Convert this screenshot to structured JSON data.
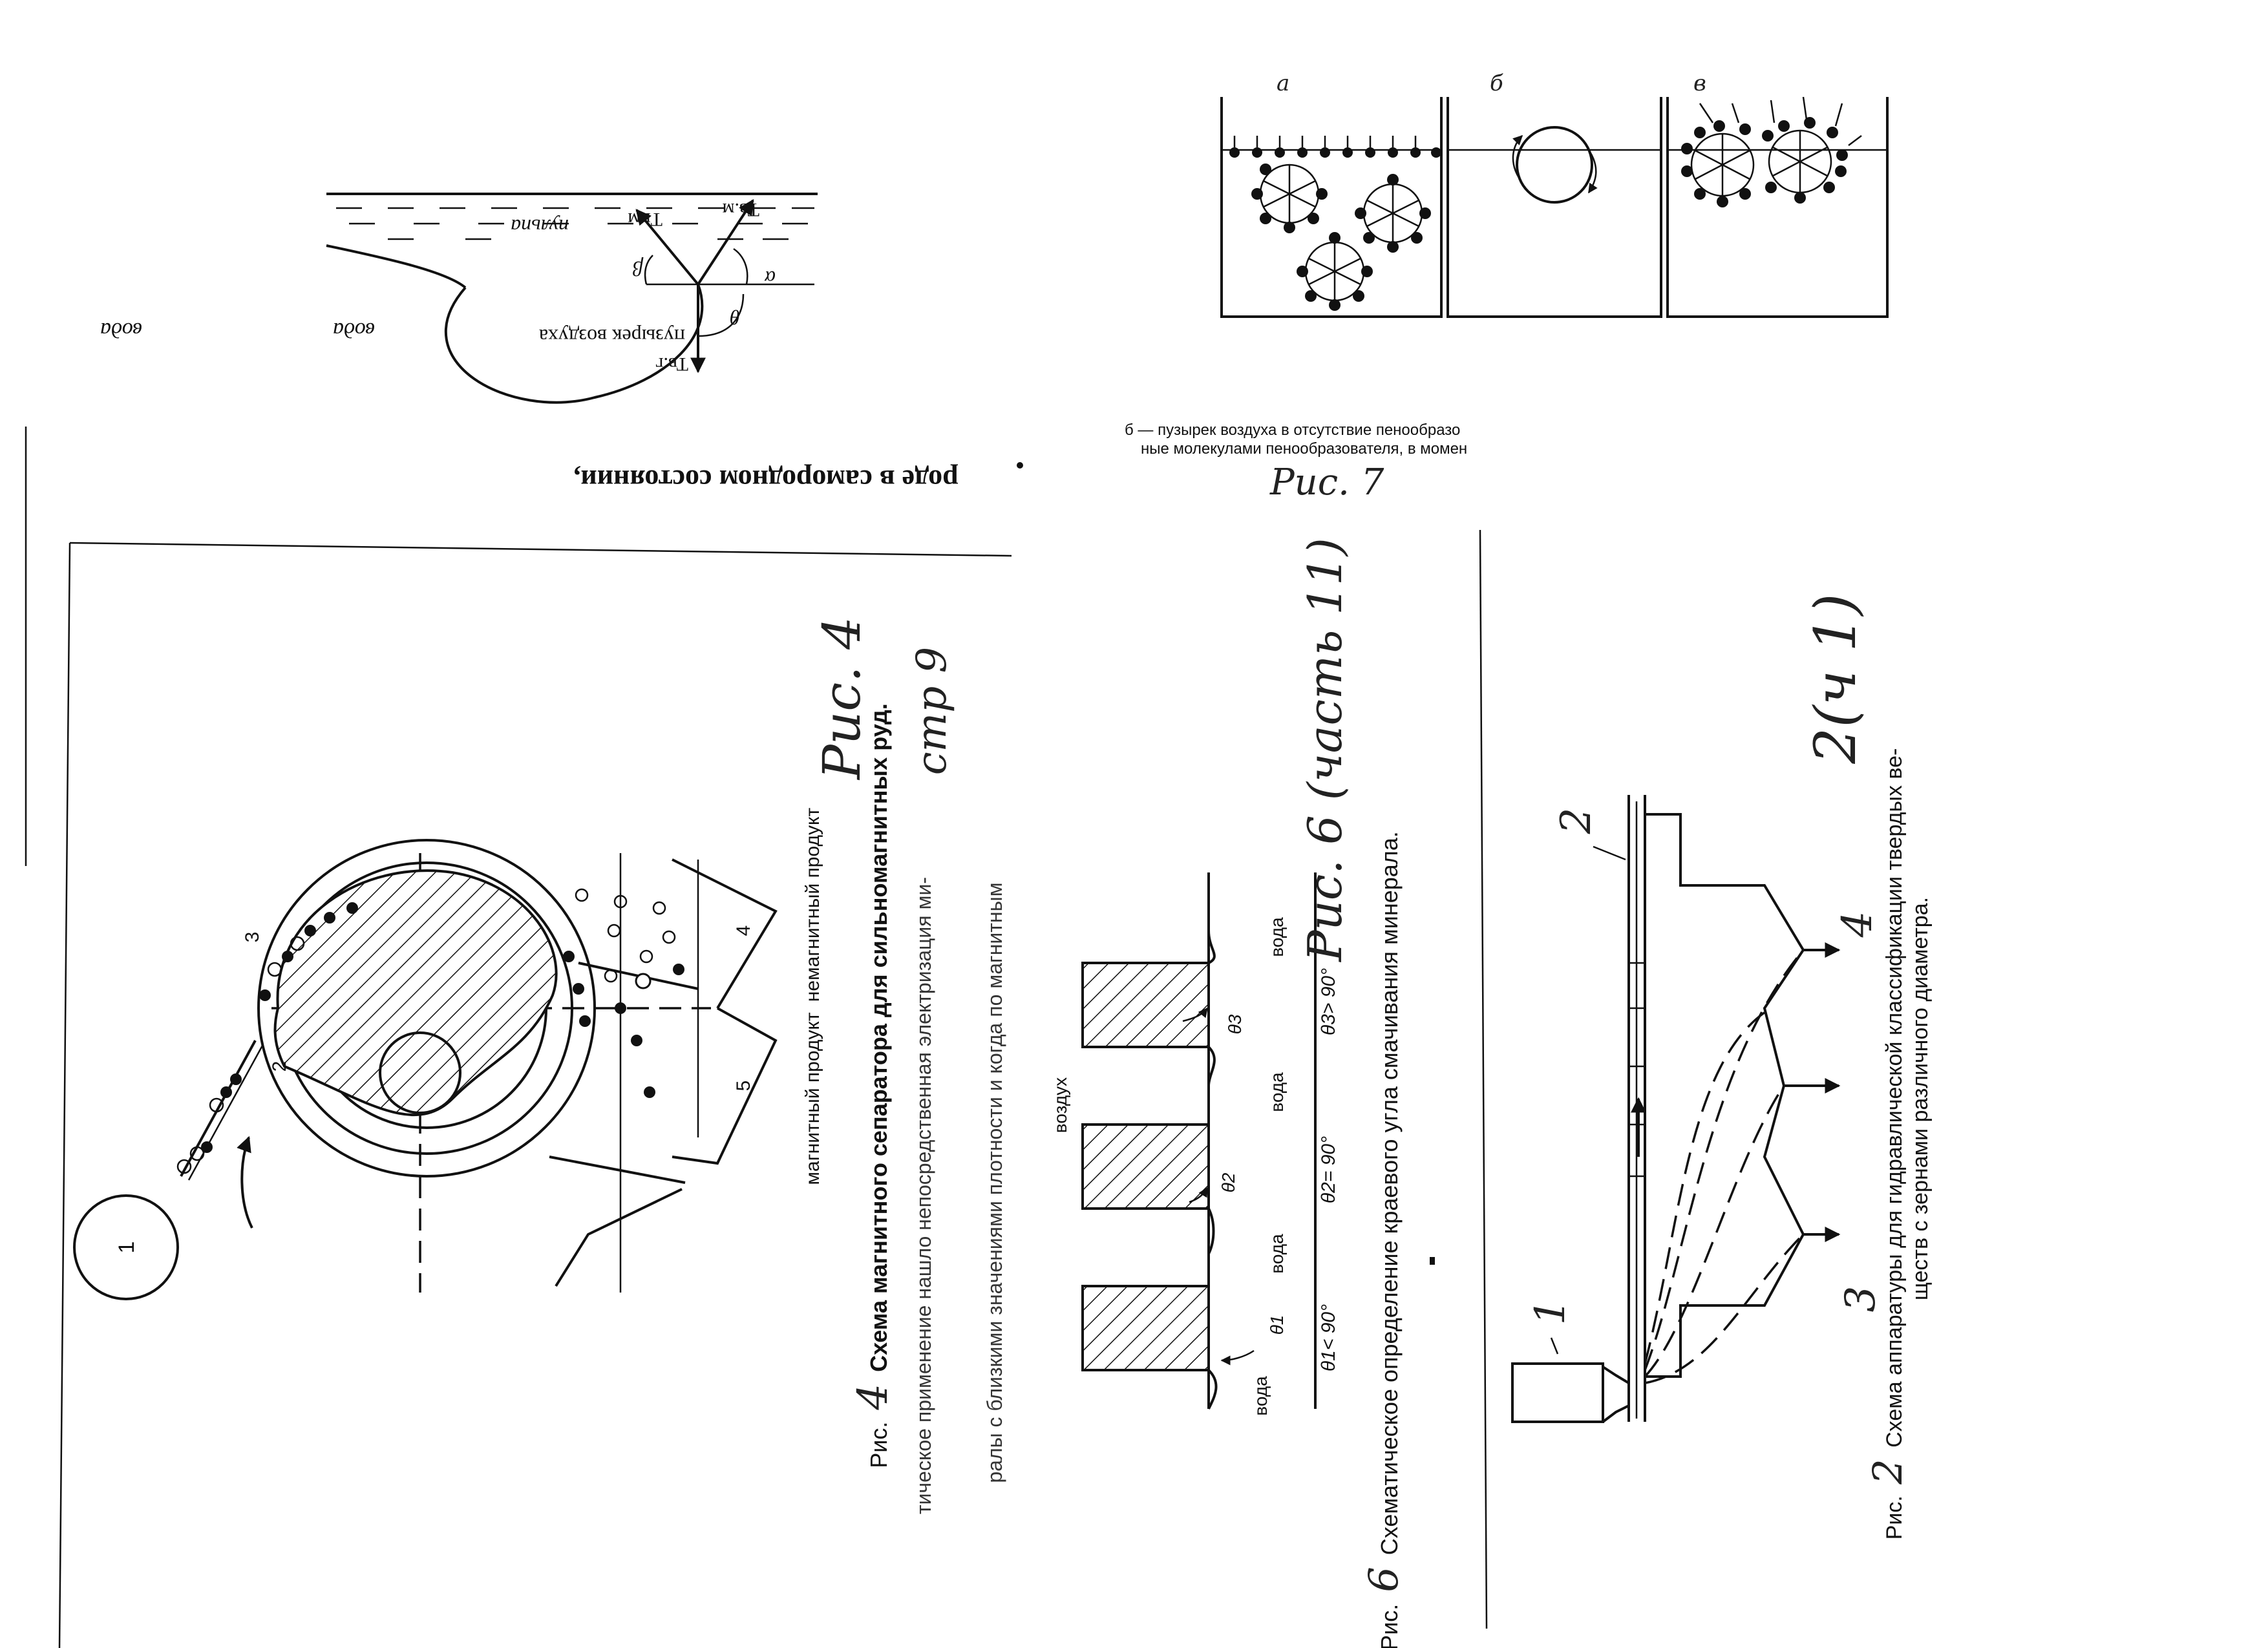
{
  "header_fragment": "роде в самородном состоянии,",
  "fig_bubble": {
    "labels": {
      "water_left": "вода",
      "water_right": "вода",
      "bubble": "пузырек воздуха",
      "pulp": "пульпа",
      "t_vg": "Тв.г",
      "t_gm": "Тг.м",
      "t_vm": "Тв.м",
      "theta": "θ",
      "alpha": "α",
      "beta": "β"
    }
  },
  "fig7": {
    "panel_labels": [
      "а",
      "б",
      "в"
    ],
    "caption_line1": "б — пузырек воздуха в отсутствие пенообразо",
    "caption_line2": "ные молекулами пенообразователя, в момен",
    "handwritten": "Рис. 7"
  },
  "fig_separator": {
    "caption_prefix": "Рис.",
    "caption_text": "Схема магнитного сепаратора для сильномагнитных руд.",
    "handwritten_number": "4",
    "handwritten_note": "Рис. 4",
    "handwritten_page": "стр 9",
    "labels": {
      "n1": "1",
      "n2": "2",
      "n3": "3",
      "n4": "4",
      "n5": "5",
      "magnetic": "магнитный продукт",
      "nonmagnetic": "немагнитный продукт"
    },
    "cut_text_1": "тическое применение нашло непосредственная электризация ми-",
    "cut_text_2": "ралы с близкими значениями плотности и когда по магнитным"
  },
  "fig_wetting": {
    "caption_prefix": "Рис.",
    "handwritten_number": "6",
    "caption_text": "Схематическое определение краевого угла смачивания минерала.",
    "handwritten_note": "Рис. 6 (часть 11)",
    "labels": {
      "water": "вода",
      "air": "воздух",
      "theta1": "θ1",
      "theta2": "θ2",
      "theta3": "θ3",
      "cond1": "θ1< 90°",
      "cond2": "θ2= 90°",
      "cond3": "θ3> 90°"
    }
  },
  "fig_classifier": {
    "caption_prefix": "Рис.",
    "handwritten_number": "2",
    "caption_line1": "Схема аппаратуры для гидравлической классификации твердых ве-",
    "caption_line2": "ществ с зернами различного диаметра.",
    "labels": {
      "n1": "1",
      "n2": "2",
      "n3": "3",
      "n4": "4"
    },
    "handwritten_note": "2(ч 1)"
  }
}
